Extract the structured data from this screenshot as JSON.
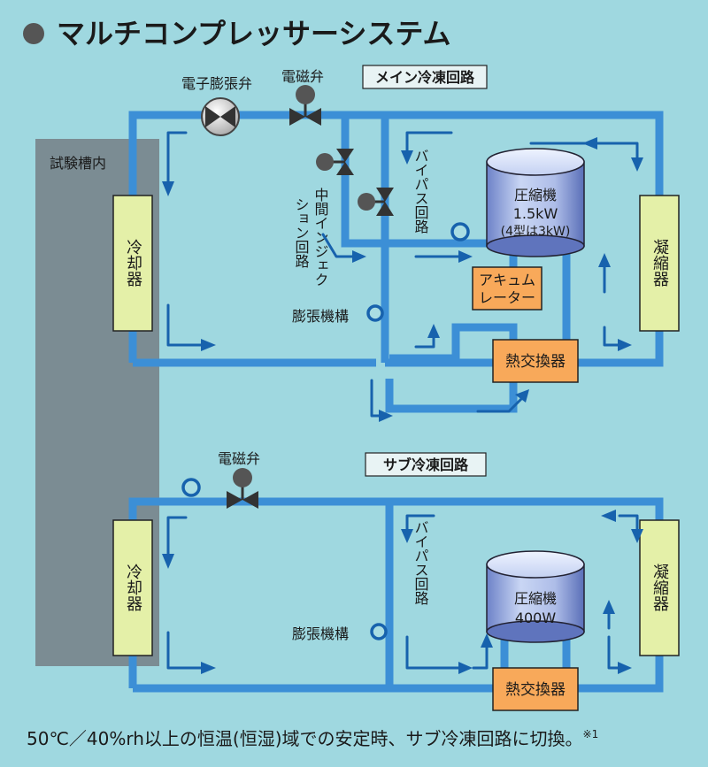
{
  "title": "マルチコンプレッサーシステム",
  "chamber_label": "試験槽内",
  "main": {
    "heading": "メイン冷凍回路",
    "electronic_valve": "電子膨張弁",
    "solenoid_valve": "電磁弁",
    "cooler": "冷却器",
    "condenser": "凝縮器",
    "bypass": "バイパス回路",
    "injection": "中間インジェクション回路",
    "expansion": "膨張機構",
    "compressor_name": "圧縮機",
    "compressor_power": "1.5kW",
    "compressor_note": "(4型は3kW)",
    "accumulator": "アキュムレーター",
    "heat_exchanger": "熱交換器"
  },
  "sub": {
    "heading": "サブ冷凍回路",
    "solenoid_valve": "電磁弁",
    "cooler": "冷却器",
    "condenser": "凝縮器",
    "bypass": "バイパス回路",
    "expansion": "膨張機構",
    "compressor_name": "圧縮機",
    "compressor_power": "400W",
    "heat_exchanger": "熱交換器"
  },
  "footnote": "50℃／40%rh以上の恒温(恒湿)域での安定時、サブ冷凍回路に切換。",
  "footnote_mark": "※1",
  "colors": {
    "background": "#9fd8e0",
    "pipe": "#3c8fd6",
    "arrow": "#1762ad",
    "chamber": "#7b8c93",
    "coil": "#e4f0a8",
    "heat_exchanger": "#f8a95a"
  }
}
